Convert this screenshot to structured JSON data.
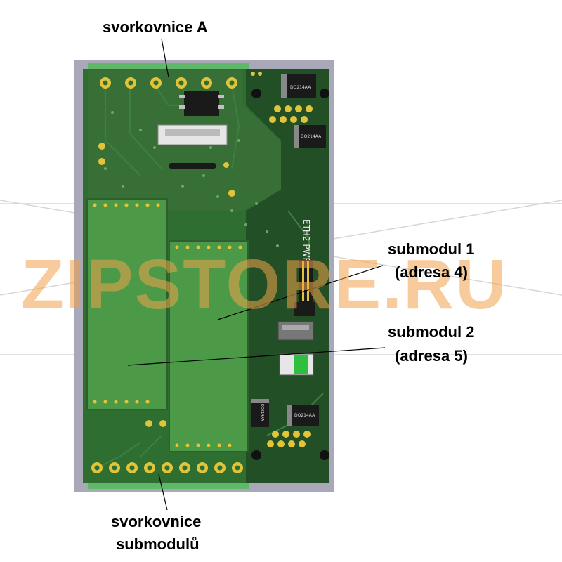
{
  "labels": {
    "terminal_a": "svorkovnice A",
    "submodule1_line1": "submodul 1",
    "submodule1_line2": "(adresa 4)",
    "submodule2_line1": "submodul 2",
    "submodule2_line2": "(adresa 5)",
    "terminal_sub_line1": "svorkovnice",
    "terminal_sub_line2": "submodulů"
  },
  "board": {
    "silkscreen": "ETH2 PWR",
    "chip_marking": "DO214AA"
  },
  "watermark": "ZIPSTORE.RU",
  "colors": {
    "pcb": "#2f6e31",
    "pcb_dark": "#1f4f22",
    "submodule": "#4c9a48",
    "enclosure": "#a8a8b8",
    "terminal_green": "#55b060",
    "pad_gold": "#e2c43a",
    "watermark": "#f2a24a"
  }
}
